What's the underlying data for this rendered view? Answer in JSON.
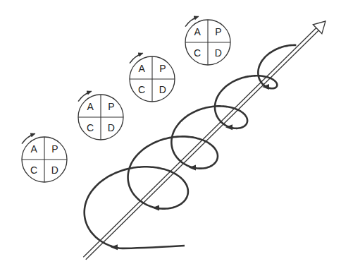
{
  "diagram": {
    "nodes": [
      {
        "text": [
          "A",
          "P",
          "C",
          "D"
        ]
      },
      {
        "text": [
          "A",
          "P",
          "C",
          "D"
        ]
      },
      {
        "text": [
          "A",
          "P",
          "C",
          "D"
        ]
      },
      {
        "text": [
          "A",
          "P",
          "C",
          "D"
        ]
      }
    ]
  }
}
